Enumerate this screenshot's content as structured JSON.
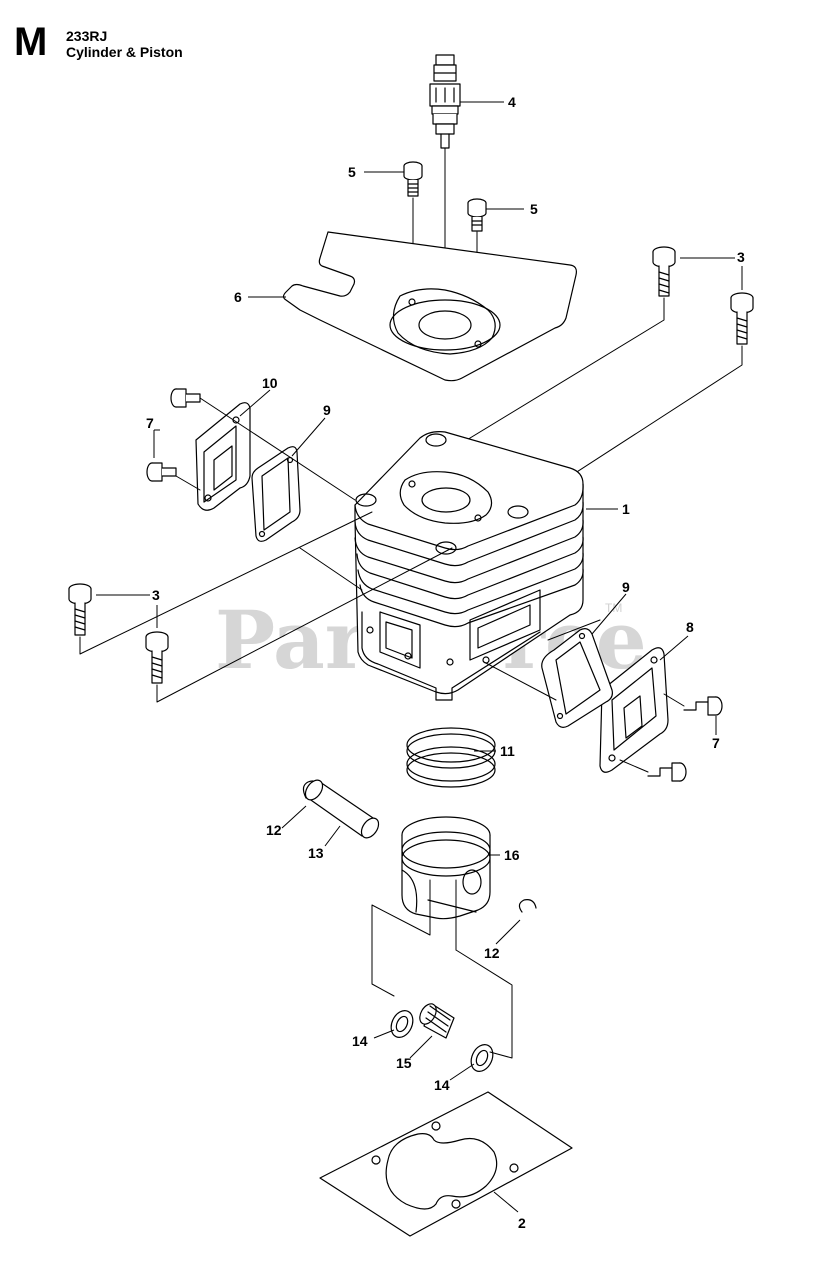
{
  "header": {
    "section_letter": "M",
    "model": "233RJ",
    "title": "Cylinder & Piston"
  },
  "watermark": {
    "text": "PartsTree",
    "tm": "TM"
  },
  "callouts": {
    "c1": "1",
    "c2": "2",
    "c3a": "3",
    "c3b": "3",
    "c4": "4",
    "c5a": "5",
    "c5b": "5",
    "c6": "6",
    "c7a": "7",
    "c7b": "7",
    "c8": "8",
    "c9a": "9",
    "c9b": "9",
    "c10": "10",
    "c11": "11",
    "c12a": "12",
    "c12b": "12",
    "c13": "13",
    "c14a": "14",
    "c14b": "14",
    "c15": "15",
    "c16": "16"
  },
  "colors": {
    "line": "#000000",
    "watermark": "#d6d6d6",
    "background": "#ffffff"
  }
}
